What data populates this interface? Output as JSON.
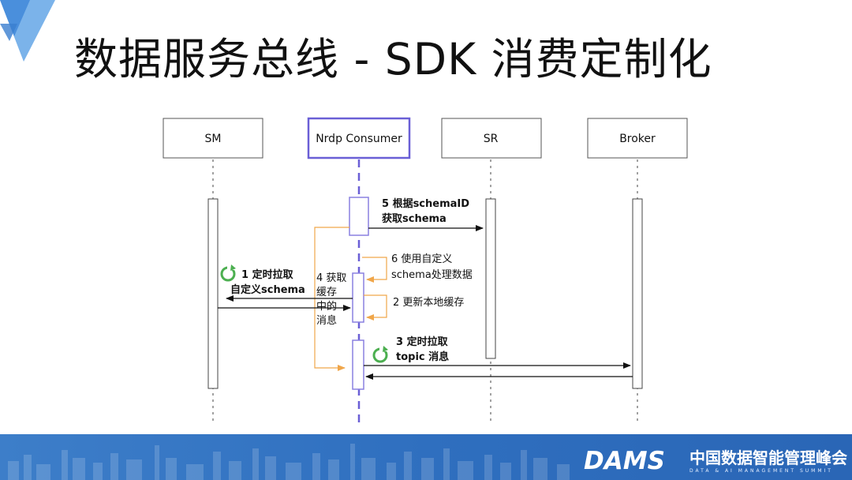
{
  "slide": {
    "title": "数据服务总线 - SDK 消费定制化"
  },
  "diagram": {
    "participants": [
      {
        "label": "SM"
      },
      {
        "label": "Nrdp Consumer"
      },
      {
        "label": "SR"
      },
      {
        "label": "Broker"
      }
    ],
    "messages": {
      "m5_line1": "5 根据schemaID",
      "m5_line2": "获取schema",
      "m6_line1": "6 使用自定义",
      "m6_line2": "schema处理数据",
      "m1_line1": "1 定时拉取",
      "m1_line2": "自定义schema",
      "m4_line1": "4 获取",
      "m4_line2": "缓存",
      "m4_line3": "中的",
      "m4_line4": "消息",
      "m2": "2 更新本地缓存",
      "m3_line1": "3 定时拉取",
      "m3_line2": "topic 消息"
    },
    "colors": {
      "consumer_accent": "#6a5fd6",
      "self_call": "#f0a64a",
      "refresh_icon": "#4caf50"
    }
  },
  "footer": {
    "brand_word": "DAMS",
    "brand_cn": "中国数据智能管理峰会",
    "brand_en": "DATA & AI MANAGEMENT SUMMIT",
    "colors": {
      "band": "#2f6fbf"
    }
  }
}
